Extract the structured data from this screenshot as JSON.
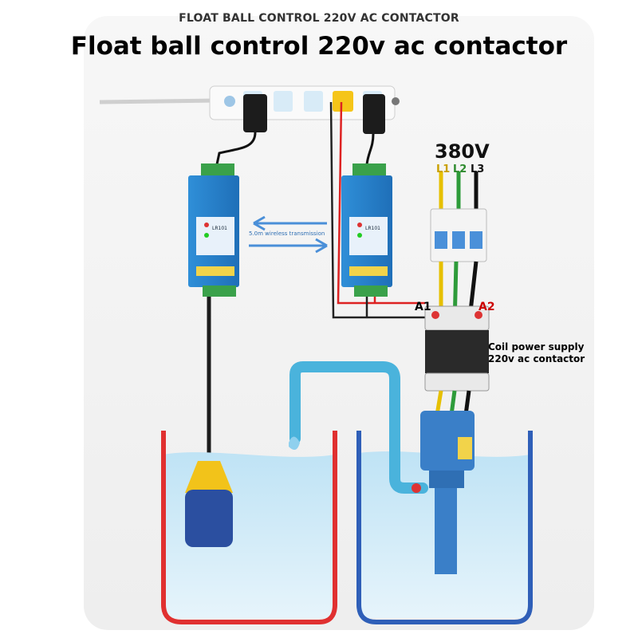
{
  "header": {
    "subtitle": "FLOAT BALL CONTROL 220V AC CONTACTOR",
    "title": "Float ball control 220v ac contactor"
  },
  "power": {
    "voltage": "380V",
    "phases": [
      "L1",
      "L2",
      "L3"
    ]
  },
  "contactor": {
    "terminal_a1": "A1",
    "terminal_a2": "A2",
    "note_line1": "Coil power supply",
    "note_line2": "220v ac contactor"
  },
  "wireless": {
    "label": "5.0m wireless transmission"
  },
  "modules": {
    "left_label": "LR101",
    "right_label": "LR101"
  },
  "colors": {
    "left_tank": "#e03030",
    "right_tank": "#2f5fb8",
    "module": "#2d8ed6",
    "pipe": "#4ab3dc",
    "pump": "#3a7fc8",
    "float": "#2b4fa0"
  }
}
